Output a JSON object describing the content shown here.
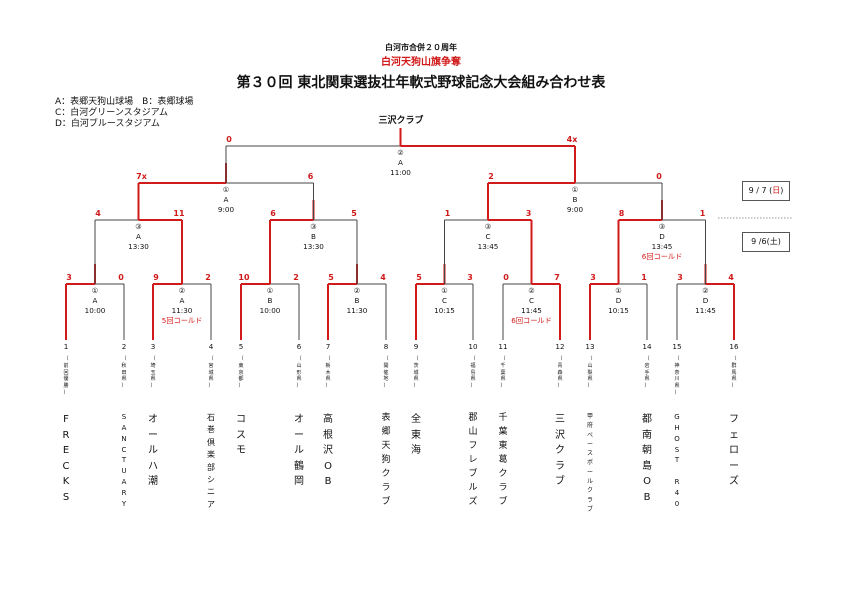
{
  "header": {
    "super_title": "白河市合併２０周年",
    "sub_title": "白河天狗山旗争奪",
    "title": "第３０回 東北関東選抜壮年軟式野球記念大会組み合わせ表"
  },
  "legend": [
    "A：表郷天狗山球場　B：表郷球場",
    "C：白河グリーンスタジアム",
    "D：白河ブルースタジアム"
  ],
  "champion": "三沢クラブ",
  "date_labels": {
    "day1_prefix": "9 / 7 (",
    "day1_weekday": "日",
    "day1_suffix": ")",
    "day2": "9 /6(土)"
  },
  "colors": {
    "win": "#d11a1a",
    "line": "#444444"
  },
  "teams": [
    {
      "num": "1",
      "pref": "（前回優勝）",
      "name": "FRECKS",
      "name_size": 10
    },
    {
      "num": "2",
      "pref": "（秋田県）",
      "name": "SANCTUARY",
      "name_size": 7
    },
    {
      "num": "3",
      "pref": "（埼玉県）",
      "name": "オールハ潮",
      "name_size": 10
    },
    {
      "num": "4",
      "pref": "（宮城県）",
      "name": "石巻倶楽部シニア",
      "name_size": 8
    },
    {
      "num": "5",
      "pref": "（東京都）",
      "name": "コスモ",
      "name_size": 10
    },
    {
      "num": "6",
      "pref": "（山形県）",
      "name": "オール鶴岡",
      "name_size": 10
    },
    {
      "num": "7",
      "pref": "（栃木県）",
      "name": "高根沢OB",
      "name_size": 10
    },
    {
      "num": "8",
      "pref": "（開催地）",
      "name": "表郷天狗クラブ",
      "name_size": 9
    },
    {
      "num": "9",
      "pref": "（茨城県）",
      "name": "全東海",
      "name_size": 10
    },
    {
      "num": "10",
      "pref": "（福島県）",
      "name": "郡山フレブルズ",
      "name_size": 9
    },
    {
      "num": "11",
      "pref": "（千葉県）",
      "name": "千葉東葛クラブ",
      "name_size": 9
    },
    {
      "num": "12",
      "pref": "（青森県）",
      "name": "三沢クラブ",
      "name_size": 10
    },
    {
      "num": "13",
      "pref": "（山梨県）",
      "name": "甲府ベースボールクラブ",
      "name_size": 6
    },
    {
      "num": "14",
      "pref": "（岩手県）",
      "name": "都南朝島OB",
      "name_size": 10
    },
    {
      "num": "15",
      "pref": "（神奈川県）",
      "name": "GHOST R40",
      "name_size": 7
    },
    {
      "num": "16",
      "pref": "（群馬県）",
      "name": "フェローズ",
      "name_size": 10
    }
  ],
  "matches": [
    {
      "id": "r1a",
      "seq": "①",
      "venue": "A",
      "time": "10:00",
      "l": "3",
      "r": "0",
      "win": "left",
      "note": ""
    },
    {
      "id": "r1b",
      "seq": "②",
      "venue": "A",
      "time": "11:30",
      "l": "9",
      "r": "2",
      "win": "left",
      "note": "5回コールド"
    },
    {
      "id": "r1c",
      "seq": "①",
      "venue": "B",
      "time": "10:00",
      "l": "10",
      "r": "2",
      "win": "left",
      "note": ""
    },
    {
      "id": "r1d",
      "seq": "②",
      "venue": "B",
      "time": "11:30",
      "l": "5",
      "r": "4",
      "win": "left",
      "note": ""
    },
    {
      "id": "r1e",
      "seq": "①",
      "venue": "C",
      "time": "10:15",
      "l": "5",
      "r": "3",
      "win": "left",
      "note": ""
    },
    {
      "id": "r1f",
      "seq": "②",
      "venue": "C",
      "time": "11:45",
      "l": "0",
      "r": "7",
      "win": "right",
      "note": "6回コールド"
    },
    {
      "id": "r1g",
      "seq": "①",
      "venue": "D",
      "time": "10:15",
      "l": "3",
      "r": "1",
      "win": "left",
      "note": ""
    },
    {
      "id": "r1h",
      "seq": "②",
      "venue": "D",
      "time": "11:45",
      "l": "3",
      "r": "4",
      "win": "right",
      "note": ""
    },
    {
      "id": "r2a",
      "seq": "③",
      "venue": "A",
      "time": "13:30",
      "l": "4",
      "r": "11",
      "win": "right",
      "note": ""
    },
    {
      "id": "r2b",
      "seq": "③",
      "venue": "B",
      "time": "13:30",
      "l": "6",
      "r": "5",
      "win": "left",
      "note": ""
    },
    {
      "id": "r2c",
      "seq": "③",
      "venue": "C",
      "time": "13:45",
      "l": "1",
      "r": "3",
      "win": "right",
      "note": ""
    },
    {
      "id": "r2d",
      "seq": "③",
      "venue": "D",
      "time": "13:45",
      "l": "8",
      "r": "1",
      "win": "left",
      "note": "6回コールド"
    },
    {
      "id": "r3a",
      "seq": "①",
      "venue": "A",
      "time": "9:00",
      "l": "7x",
      "r": "6",
      "win": "left",
      "note": ""
    },
    {
      "id": "r3b",
      "seq": "①",
      "venue": "B",
      "time": "9:00",
      "l": "2",
      "r": "0",
      "win": "left",
      "note": ""
    },
    {
      "id": "fin",
      "seq": "②",
      "venue": "A",
      "time": "11:00",
      "l": "0",
      "r": "4x",
      "win": "right",
      "note": ""
    }
  ]
}
